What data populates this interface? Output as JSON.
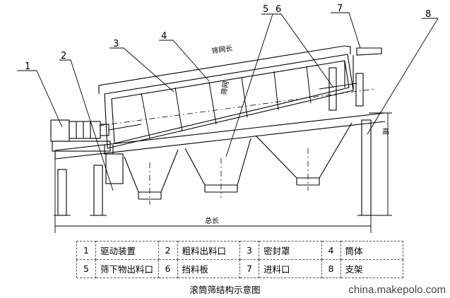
{
  "callouts": [
    "1",
    "2",
    "3",
    "4",
    "5",
    "6",
    "7",
    "8"
  ],
  "dims": {
    "screen_length": "筛网长",
    "total_length": "总长",
    "height": "高",
    "screen_small": "筛网"
  },
  "legend": [
    [
      {
        "num": "1",
        "label": "驱动装置"
      },
      {
        "num": "2",
        "label": "粗料出料口"
      },
      {
        "num": "3",
        "label": "密封罩"
      },
      {
        "num": "4",
        "label": "筒体"
      }
    ],
    [
      {
        "num": "5",
        "label": "筛下物出料口"
      },
      {
        "num": "6",
        "label": "挡料板"
      },
      {
        "num": "7",
        "label": "进料口"
      },
      {
        "num": "8",
        "label": "支架"
      }
    ]
  ],
  "caption": "滚筒筛结构示意图",
  "watermark": "china.makepolo.com",
  "colors": {
    "line": "#000000",
    "border": "#555555"
  }
}
